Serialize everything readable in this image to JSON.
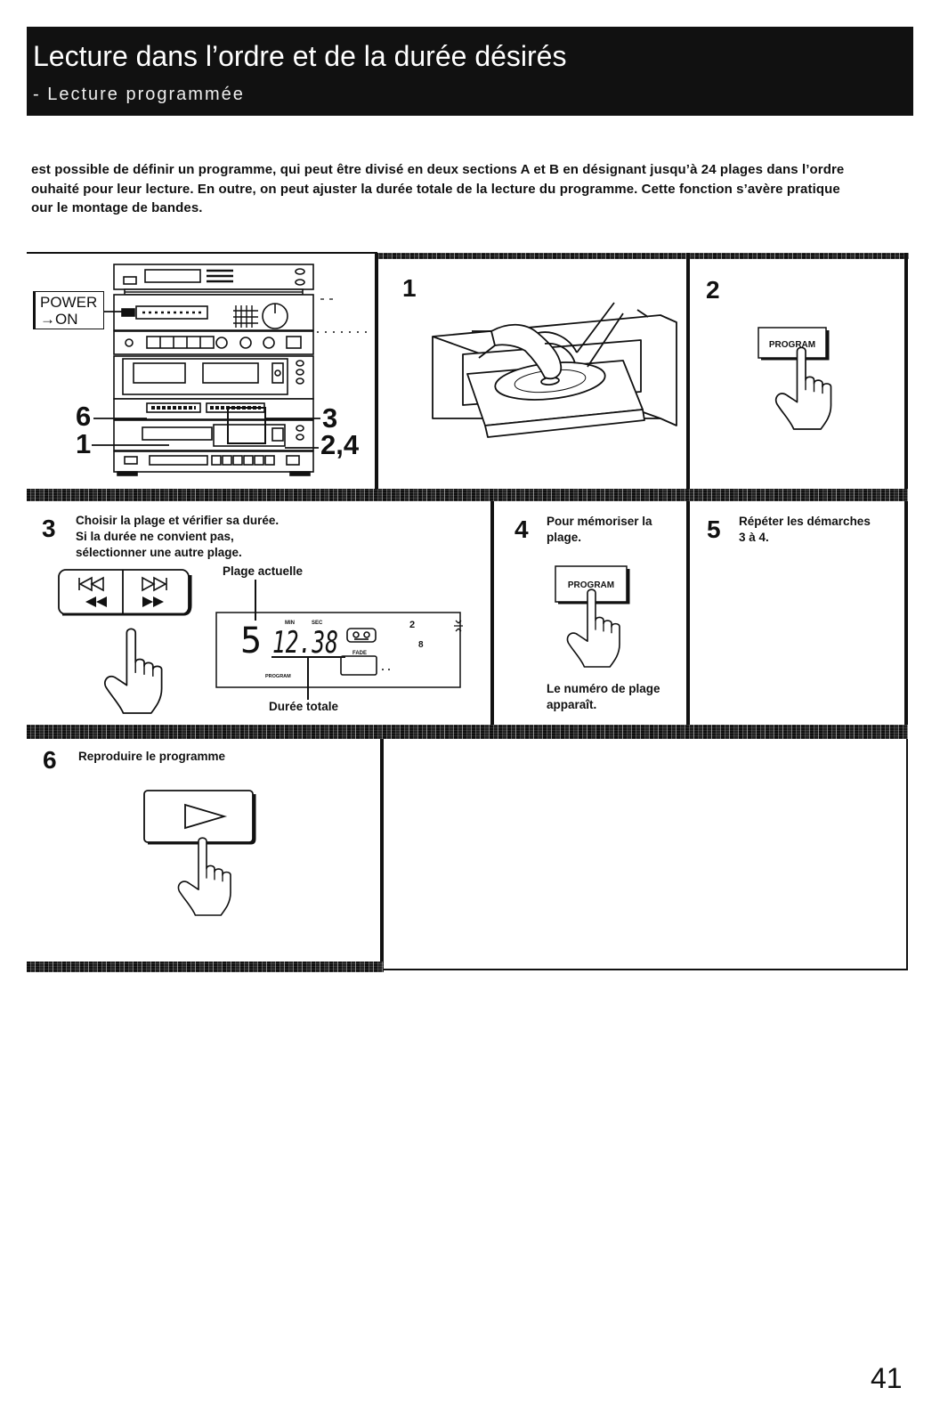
{
  "header": {
    "title": "Lecture dans l’ordre et de la durée désirés",
    "subtitle": "- Lecture programmée"
  },
  "intro": {
    "lines": [
      "est possible de définir un programme, qui peut être divisé en deux sections A et B en désignant jusqu’à 24 plages dans l’ordre",
      "ouhaité pour leur lecture. En outre, on peut ajuster la durée totale de la lecture du programme. Cette fonction s’avère pratique",
      "our le montage de bandes."
    ]
  },
  "overview": {
    "power_label": "POWER",
    "on_label": "→ON",
    "callout_6": "6",
    "callout_1": "1",
    "callout_3": "3",
    "callout_2_4": "2,4"
  },
  "steps": {
    "step1": {
      "number": "1"
    },
    "step2": {
      "number": "2",
      "button_label": "PROGRAM"
    },
    "step3": {
      "number": "3",
      "lines": [
        "Choisir la plage et vérifier sa durée.",
        "Si la durée ne convient pas,",
        "sélectionner une autre plage."
      ],
      "current_track_label": "Plage actuelle",
      "total_time_label": "Durée totale",
      "display": {
        "track": "5",
        "time": "12.38",
        "min": "MIN",
        "sec": "SEC",
        "indicator_2": "2",
        "indicator_8": "8",
        "fade": "FADE",
        "program": "PROGRAM"
      }
    },
    "step4": {
      "number": "4",
      "lines": [
        "Pour mémoriser la",
        "plage."
      ],
      "button_label": "PROGRAM",
      "note_lines": [
        "Le numéro de plage",
        "apparaît."
      ]
    },
    "step5": {
      "number": "5",
      "lines": [
        "Répéter les démarches",
        "3 à 4."
      ]
    },
    "step6": {
      "number": "6",
      "lines": [
        "Reproduire le programme"
      ]
    }
  },
  "icons": {
    "hand": "pointing-hand-icon",
    "skip_back": "skip-back-icon",
    "skip_forward": "skip-forward-icon",
    "rewind": "rewind-icon",
    "fast_forward": "fast-forward-icon",
    "play": "play-icon",
    "cassette": "cassette-icon"
  },
  "page_number": "41"
}
